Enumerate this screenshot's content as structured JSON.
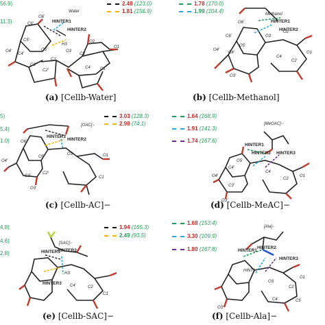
{
  "panels": [
    {
      "caption_letter": "(a)",
      "caption_text": "[Cellb-Water]",
      "legend": [
        {
          "color": "#111111",
          "value": "2.48",
          "angle": "(123.0)",
          "value_color": "#c62828"
        },
        {
          "color": "#f5b400",
          "value": "1.81",
          "angle": "(156.9)",
          "value_color": "#c62828"
        }
      ],
      "left_cut": [
        "56.9)",
        "11.3)"
      ],
      "labels": {
        "species": "Water",
        "h_inter1": "HINTER1",
        "h_inter2": "HINTER2"
      }
    },
    {
      "caption_letter": "(b)",
      "caption_text": "[Cellb-Methanol]",
      "legend": [
        {
          "color": "#1e9e55",
          "value": "1.78",
          "angle": "(170.0)",
          "value_color": "#c62828"
        },
        {
          "color": "#2aa7e0",
          "value": "1.99",
          "angle": "(104.4)",
          "value_color": "#1e9e55"
        }
      ],
      "labels": {
        "species": "Methanol",
        "h_inter1": "HINTER1",
        "h_inter2": "HINTER2"
      }
    },
    {
      "caption_letter": "(c)",
      "caption_text": "[Cellb-AC]−",
      "legend": [
        {
          "color": "#111111",
          "value": "3.03",
          "angle": "(128.3)",
          "value_color": "#c62828"
        },
        {
          "color": "#f5b400",
          "value": "2.98",
          "angle": "(74.1)",
          "value_color": "#c62828"
        }
      ],
      "left_cut": [
        "5)",
        "5.4)",
        "1.0)"
      ],
      "labels": {
        "species": "[OAC]−",
        "h_inter1": "HINTER1",
        "h_inter2": "HINTER2"
      }
    },
    {
      "caption_letter": "(d)",
      "caption_text": "[Cellb-MeAC]−",
      "legend": [
        {
          "color": "#1e9e55",
          "value": "1.64",
          "angle": "(168.9)",
          "value_color": "#c62828"
        },
        {
          "color": "#2aa7e0",
          "value": "1.91",
          "angle": "(141.3)",
          "value_color": "#c62828"
        },
        {
          "color": "#6a2c91",
          "value": "1.74",
          "angle": "(167.6)",
          "value_color": "#c62828"
        }
      ],
      "labels": {
        "species": "[MeOAC]−",
        "h_inter1": "HINTER1",
        "h_inter2": "HINTER2",
        "h_inter3": "HINTER3"
      }
    },
    {
      "caption_letter": "(e)",
      "caption_text": "[Cellb-SAC]−",
      "legend": [
        {
          "color": "#111111",
          "value": "1.94",
          "angle": "(165.3)",
          "value_color": "#c62828"
        },
        {
          "color": "#f5b400",
          "value": "2.49",
          "angle": "(93.5)",
          "value_color": "#1e9e55"
        }
      ],
      "left_cut": [
        "4.8)",
        "4.6)",
        "2.8)"
      ],
      "labels": {
        "species": "[SAC]−",
        "h_inter1": "HINTER1",
        "h_inter2": "HINTER2",
        "h_inter3": "HINTER3"
      }
    },
    {
      "caption_letter": "(f)",
      "caption_text": "[Cellb-Ala]−",
      "legend": [
        {
          "color": "#1e9e55",
          "value": "1.68",
          "angle": "(153.4)",
          "value_color": "#c62828"
        },
        {
          "color": "#2aa7e0",
          "value": "3.30",
          "angle": "(109.9)",
          "value_color": "#c62828"
        },
        {
          "color": "#6a2c91",
          "value": "1.80",
          "angle": "(167.8)",
          "value_color": "#c62828"
        }
      ],
      "labels": {
        "species": "[Ala]−",
        "h_inter1": "HINTER1",
        "h_inter2": "HINTER2",
        "h_inter3": "HINTER3"
      }
    }
  ],
  "atom_labels": [
    "O6'",
    "C6'",
    "O4'",
    "C4'",
    "C5'",
    "O5'",
    "C3'",
    "C2'",
    "C1'",
    "O3'",
    "H3",
    "O3",
    "C3",
    "C2",
    "C1",
    "O1",
    "O2",
    "C4",
    "C5",
    "O5",
    "HINT1"
  ]
}
